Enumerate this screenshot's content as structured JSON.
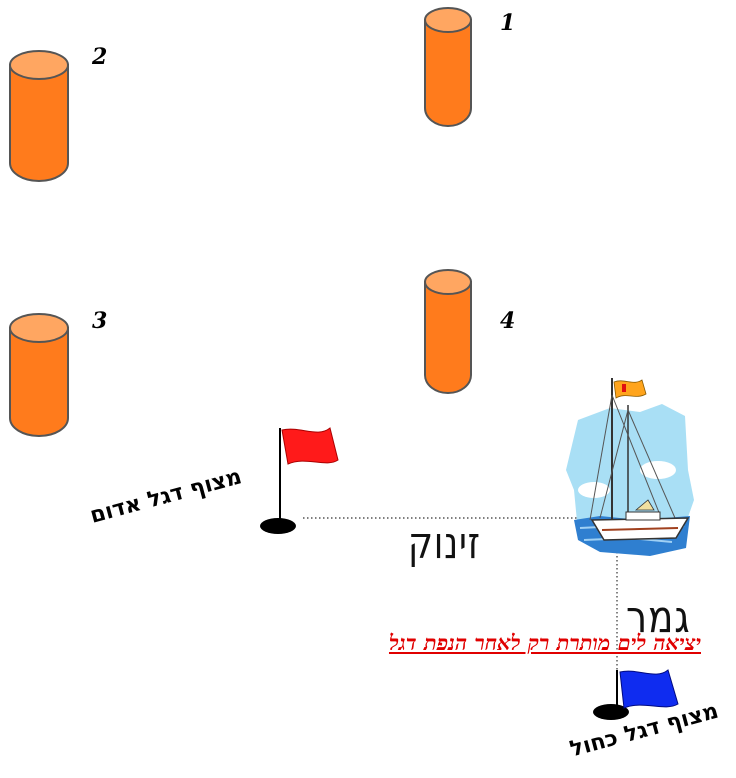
{
  "buoys": [
    {
      "number": "1"
    },
    {
      "number": "2"
    },
    {
      "number": "3"
    },
    {
      "number": "4"
    }
  ],
  "labels": {
    "red_buoy": "מצוף דגל אדום",
    "blue_buoy": "מצוף דגל כחול",
    "start": "זינוק",
    "finish": "גמר",
    "warning": "יציאה לים מותרת רק לאחר הנפת דגל"
  },
  "colors": {
    "buoy_fill": "#ff7b1c",
    "buoy_top": "#ffa661",
    "red_flag": "#ff1a1a",
    "blue_flag": "#0f2cf0",
    "orange_flag": "#ffa41c",
    "warning_text": "#e00000"
  },
  "icons": [
    "sailboat-icon",
    "red-flag-icon",
    "blue-flag-icon",
    "buoy-icon"
  ]
}
